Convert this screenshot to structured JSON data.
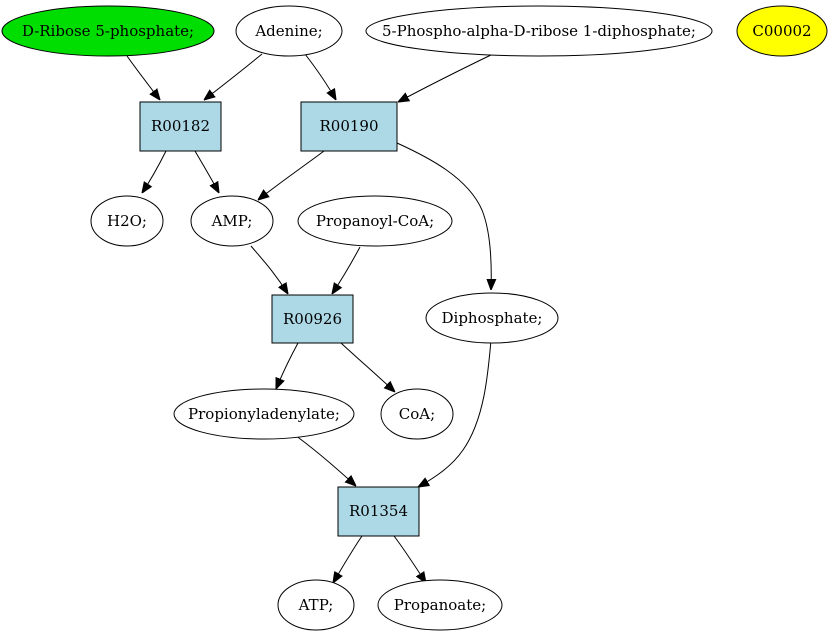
{
  "colors": {
    "highlight_green": "#00dd00",
    "highlight_yellow": "#ffff00",
    "reaction_fill": "#add8e6",
    "compound_fill": "#ffffff",
    "edge": "#000000"
  },
  "nodes": {
    "ribose5p": {
      "label": "D-Ribose 5-phosphate;",
      "kind": "compound",
      "fill": "highlight_green"
    },
    "adenine": {
      "label": "Adenine;",
      "kind": "compound",
      "fill": "compound_fill"
    },
    "prpp": {
      "label": "5-Phospho-alpha-D-ribose 1-diphosphate;",
      "kind": "compound",
      "fill": "compound_fill"
    },
    "c00002": {
      "label": "C00002",
      "kind": "compound",
      "fill": "highlight_yellow"
    },
    "r00182": {
      "label": "R00182",
      "kind": "reaction",
      "fill": "reaction_fill"
    },
    "r00190": {
      "label": "R00190",
      "kind": "reaction",
      "fill": "reaction_fill"
    },
    "h2o": {
      "label": "H2O;",
      "kind": "compound",
      "fill": "compound_fill"
    },
    "amp": {
      "label": "AMP;",
      "kind": "compound",
      "fill": "compound_fill"
    },
    "propanoylcoa": {
      "label": "Propanoyl-CoA;",
      "kind": "compound",
      "fill": "compound_fill"
    },
    "r00926": {
      "label": "R00926",
      "kind": "reaction",
      "fill": "reaction_fill"
    },
    "diphosphate": {
      "label": "Diphosphate;",
      "kind": "compound",
      "fill": "compound_fill"
    },
    "propionyladenylate": {
      "label": "Propionyladenylate;",
      "kind": "compound",
      "fill": "compound_fill"
    },
    "coa": {
      "label": "CoA;",
      "kind": "compound",
      "fill": "compound_fill"
    },
    "r01354": {
      "label": "R01354",
      "kind": "reaction",
      "fill": "reaction_fill"
    },
    "atp": {
      "label": "ATP;",
      "kind": "compound",
      "fill": "compound_fill"
    },
    "propanoate": {
      "label": "Propanoate;",
      "kind": "compound",
      "fill": "compound_fill"
    }
  },
  "edges": [
    {
      "from": "ribose5p",
      "to": "r00182"
    },
    {
      "from": "adenine",
      "to": "r00182"
    },
    {
      "from": "adenine",
      "to": "r00190"
    },
    {
      "from": "prpp",
      "to": "r00190"
    },
    {
      "from": "r00182",
      "to": "h2o"
    },
    {
      "from": "r00182",
      "to": "amp"
    },
    {
      "from": "r00190",
      "to": "amp"
    },
    {
      "from": "r00190",
      "to": "diphosphate"
    },
    {
      "from": "amp",
      "to": "r00926"
    },
    {
      "from": "propanoylcoa",
      "to": "r00926"
    },
    {
      "from": "r00926",
      "to": "propionyladenylate"
    },
    {
      "from": "r00926",
      "to": "coa"
    },
    {
      "from": "propionyladenylate",
      "to": "r01354"
    },
    {
      "from": "diphosphate",
      "to": "r01354"
    },
    {
      "from": "r01354",
      "to": "atp"
    },
    {
      "from": "r01354",
      "to": "propanoate"
    }
  ]
}
